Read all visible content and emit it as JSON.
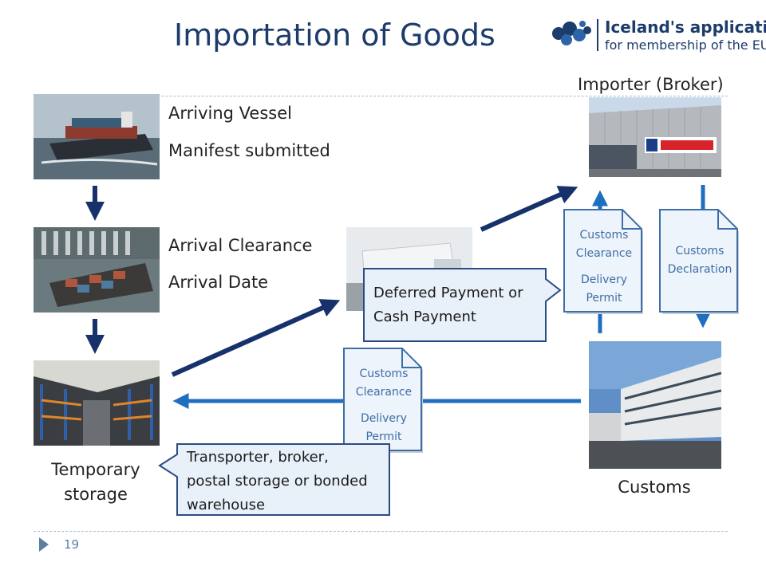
{
  "title": "Importation of Goods",
  "logo": {
    "line1": "Iceland's application",
    "line2": "for membership of the EU"
  },
  "labels": {
    "arriving_vessel": "Arriving Vessel",
    "manifest_submitted": "Manifest submitted",
    "arrival_clearance": "Arrival Clearance",
    "arrival_date": "Arrival Date",
    "importer": "Importer (Broker)",
    "temporary_storage_1": "Temporary",
    "temporary_storage_2": "storage",
    "customs": "Customs"
  },
  "documents": {
    "customs_clearance_top": {
      "line1": "Customs",
      "line2": "Clearance",
      "line3": "Delivery",
      "line4": "Permit"
    },
    "customs_declaration": {
      "line1": "Customs",
      "line2": "Declaration"
    },
    "customs_clearance_bottom": {
      "line1": "Customs",
      "line2": "Clearance",
      "line3": "Delivery",
      "line4": "Permit"
    }
  },
  "callouts": {
    "deferred": {
      "line1": "Deferred Payment or",
      "line2": "Cash Payment"
    },
    "transporter": {
      "line1": "Transporter, broker,",
      "line2": "postal storage or bonded",
      "line3": "warehouse"
    }
  },
  "page_number": "19",
  "colors": {
    "title": "#1c3c6b",
    "arrow_dark": "#17326b",
    "arrow_blue": "#1f6fc0",
    "doc_border": "#3f6ea6",
    "callout_fill": "#e8f0f9",
    "callout_border": "#2b4c80"
  }
}
